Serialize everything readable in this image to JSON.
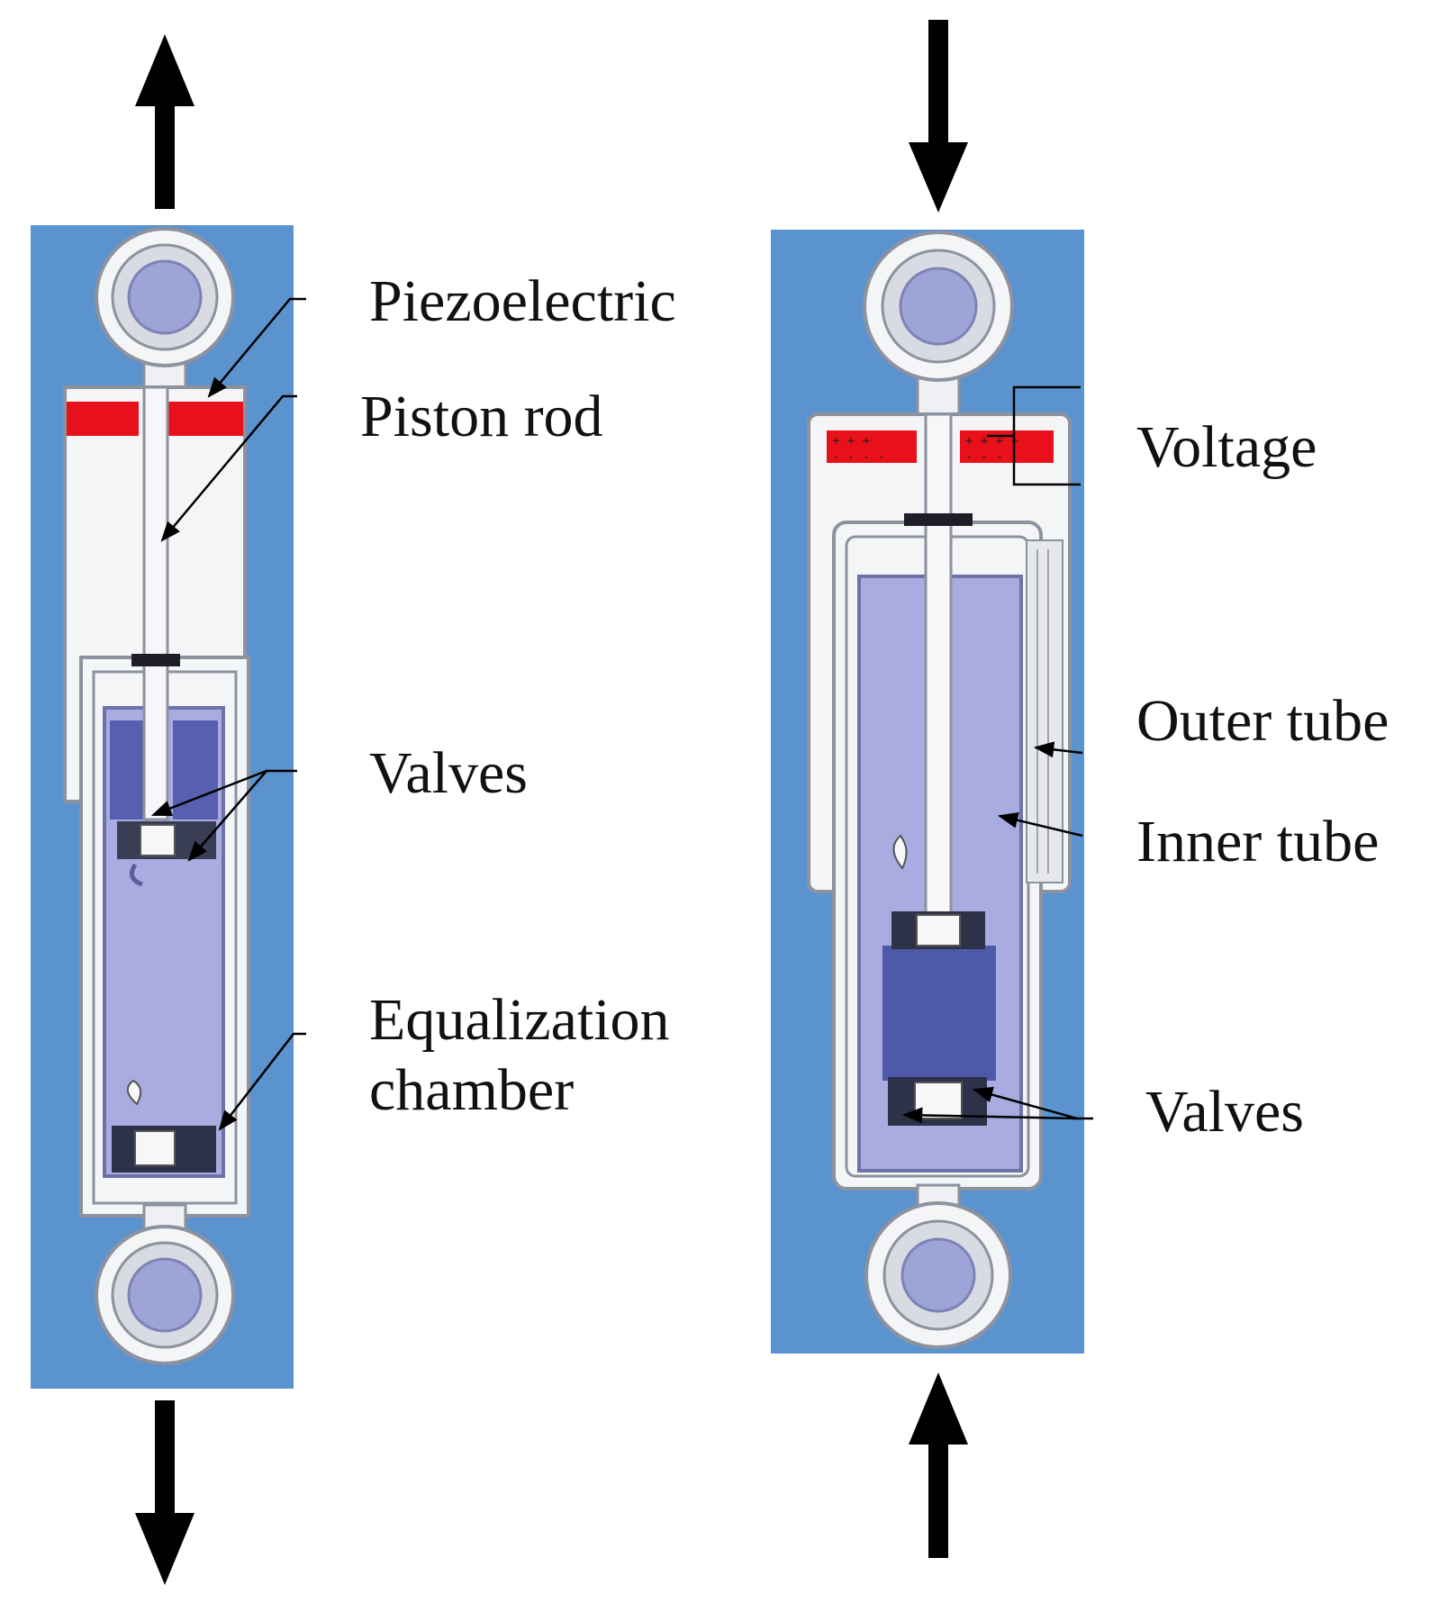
{
  "left_absorber": {
    "labels": {
      "piezoelectric": "Piezoelectric",
      "piston_rod": "Piston rod",
      "valves": "Valves",
      "equalization_chamber_line1": "Equalization",
      "equalization_chamber_line2": "chamber"
    }
  },
  "right_absorber": {
    "labels": {
      "voltage": "Voltage",
      "outer_tube": "Outer tube",
      "inner_tube": "Inner tube",
      "valves": "Valves"
    }
  },
  "colors": {
    "panel_blue": "#5b93cf",
    "piezo_red": "#e8101a",
    "fluid_lavender": "#a8ace0",
    "chamber_dark": "#4e5aa8",
    "body_white": "#f4f5f7",
    "outline_gray": "#8e929e",
    "arrow_black": "#000000"
  },
  "icons": {
    "force_arrows": "double-headed-arrow-icons"
  }
}
